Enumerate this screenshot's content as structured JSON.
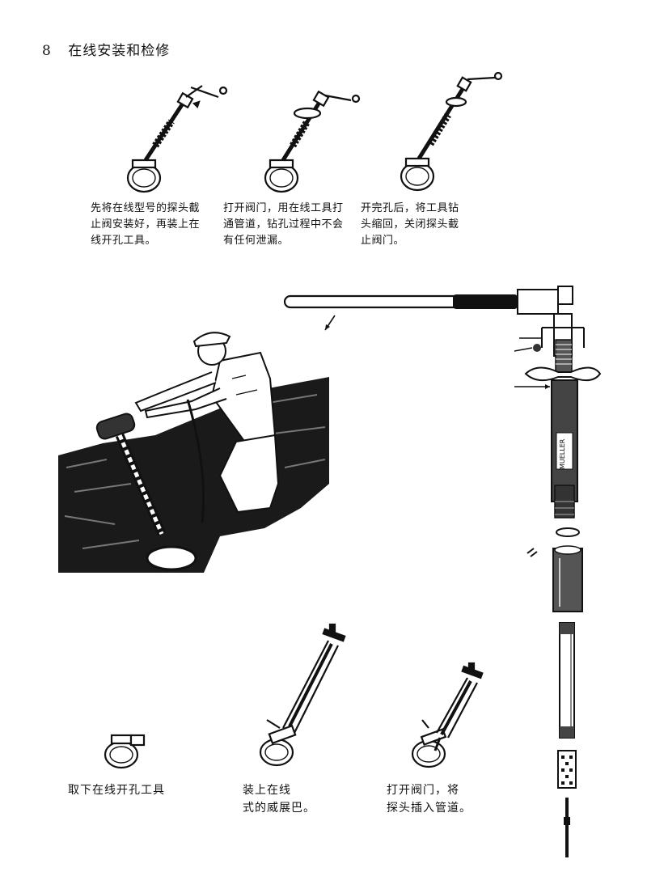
{
  "header": {
    "page_number": "8",
    "title": "在线安装和检修"
  },
  "steps_top": [
    {
      "caption": "先将在线型号的探头截\n止阀安装好，再装上在\n线开孔工具。"
    },
    {
      "caption": "打开阀门，用在线工具打\n通管道，钻孔过程中不会\n有任何泄漏。"
    },
    {
      "caption": "开完孔后，将工具钻\n头缩回，关闭探头截\n止阀门。"
    }
  ],
  "steps_bottom": [
    {
      "caption": "取下在线开孔工具"
    },
    {
      "caption": "装上在线\n式的威展巴。"
    },
    {
      "caption": "打开阀门，将\n探头插入管道。"
    }
  ],
  "tool_nameplate": "MUELLER"
}
